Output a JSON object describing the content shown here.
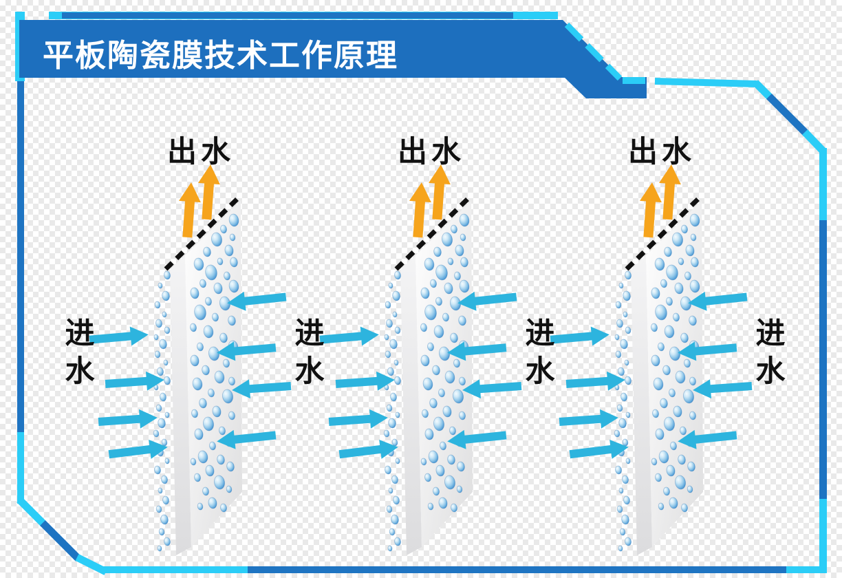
{
  "header": {
    "title": "平板陶瓷膜技术工作原理"
  },
  "diagram": {
    "membrane_count": 3,
    "outlet_labels": [
      "出水",
      "出水",
      "出水"
    ],
    "inlet_labels": [
      "进水",
      "进水",
      "进水",
      "进水"
    ]
  },
  "icons": {
    "up_arrow": "outlet-flow-arrow",
    "right_arrow": "inlet-flow-arrow-right",
    "left_arrow": "inlet-flow-arrow-left",
    "membrane": "flat-ceramic-membrane-panel",
    "droplet": "water-droplet"
  },
  "colors": {
    "banner_blue": "#1d6fbe",
    "frame_blue": "#1e74c2",
    "accent_cyan": "#2bcdf7",
    "arrow_cyan": "#2db4de",
    "arrow_orange": "#f6a41c",
    "droplet_blue": "#2b78bd",
    "panel_gray": "#e3e3e6",
    "label_black": "#111111"
  }
}
